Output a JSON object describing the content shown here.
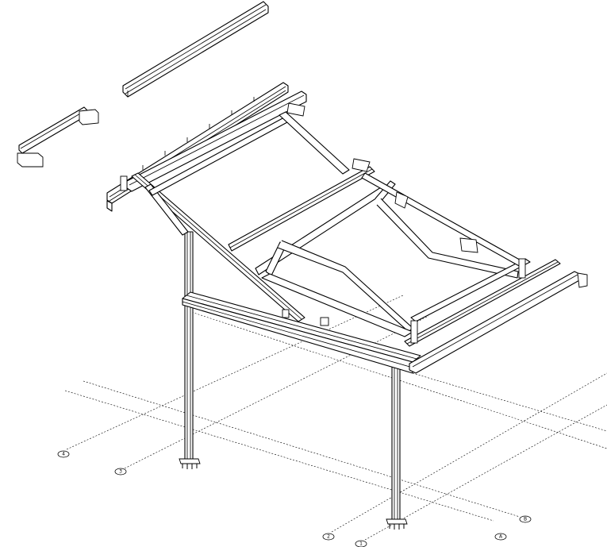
{
  "grid_labels": {
    "a": "A",
    "b": "B",
    "one": "1",
    "two": "2",
    "three": "3",
    "four": "4"
  },
  "colors": {
    "line": "#000000",
    "background": "#ffffff"
  }
}
